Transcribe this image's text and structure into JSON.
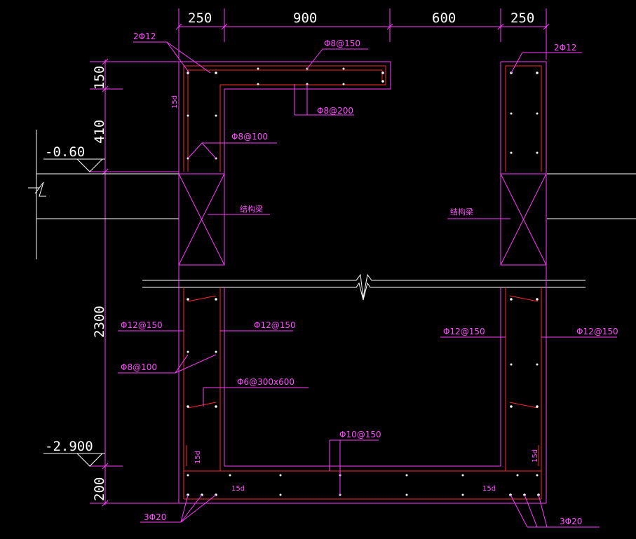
{
  "dimensions": {
    "top": [
      "250",
      "900",
      "600",
      "250"
    ],
    "left": [
      "150",
      "410",
      "2300",
      "200"
    ]
  },
  "levels": [
    "-0.60",
    "-2.900"
  ],
  "labels": {
    "top_left_bars": "2Φ12",
    "top_right_bars": "2Φ12",
    "top_slab_upper": "Φ8@150",
    "top_slab_lower": "Φ8@200",
    "upper_stirrup": "Φ8@100",
    "beam_left": "结构梁",
    "beam_right": "结构梁",
    "left_wall_outer": "Φ12@150",
    "left_wall_inner": "Φ12@150",
    "right_wall_inner": "Φ12@150",
    "right_wall_outer": "Φ12@150",
    "lower_stirrup": "Φ8@100",
    "tie_bars": "Φ6@300x600",
    "bottom_slab": "Φ10@150",
    "anchor_15d_top": "15d",
    "anchor_15d_bl_v": "15d",
    "anchor_15d_br_v": "15d",
    "anchor_15d_bl_h": "15d",
    "anchor_15d_br_h": "15d",
    "bottom_left_bars": "3Φ20",
    "bottom_right_bars": "3Φ20"
  }
}
